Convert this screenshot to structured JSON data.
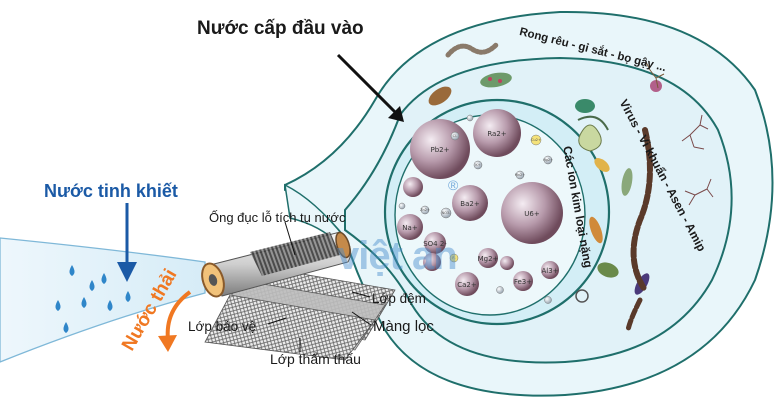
{
  "labels": {
    "title": "Nước cấp đầu vào",
    "pure_water": "Nước tinh khiết",
    "waste_water": "Nước thải",
    "collector_tube": "Ống đục lỗ tích tụ nước",
    "spacer_layer": "Lớp đệm",
    "membrane": "Màng lọc",
    "protective_layer": "Lớp bảo vệ",
    "permeate_layer": "Lớp thẩm thấu",
    "outer_ring": "Rong rêu - gỉ sắt - bọ gậy ...",
    "middle_ring": "Virus - Vi khuẩn - Asen - Amip",
    "inner_ring": "Các ion kim loại nặng"
  },
  "brand": {
    "name": "việt an",
    "mark": "®"
  },
  "ions": [
    "Pb2+",
    "Ra2+",
    "U6+",
    "Ba2+",
    "Na+",
    "Mg2+",
    "Ca2+",
    "SO4 2-",
    "Fe3+",
    "Al3+",
    "NO3-",
    "Cl-",
    "K+",
    "Cu2+",
    "Zn2+",
    "Hg2+",
    "F-",
    "Mn2+"
  ],
  "colors": {
    "outline": "#1f6f6b",
    "outer_fill": "#e9f6fa",
    "inner_fill": "#d3eef6",
    "ion_fill": "#8e6a7a",
    "pure_text": "#1b5aa6",
    "waste_text": "#f07822",
    "water_drop": "#2f86c9"
  }
}
